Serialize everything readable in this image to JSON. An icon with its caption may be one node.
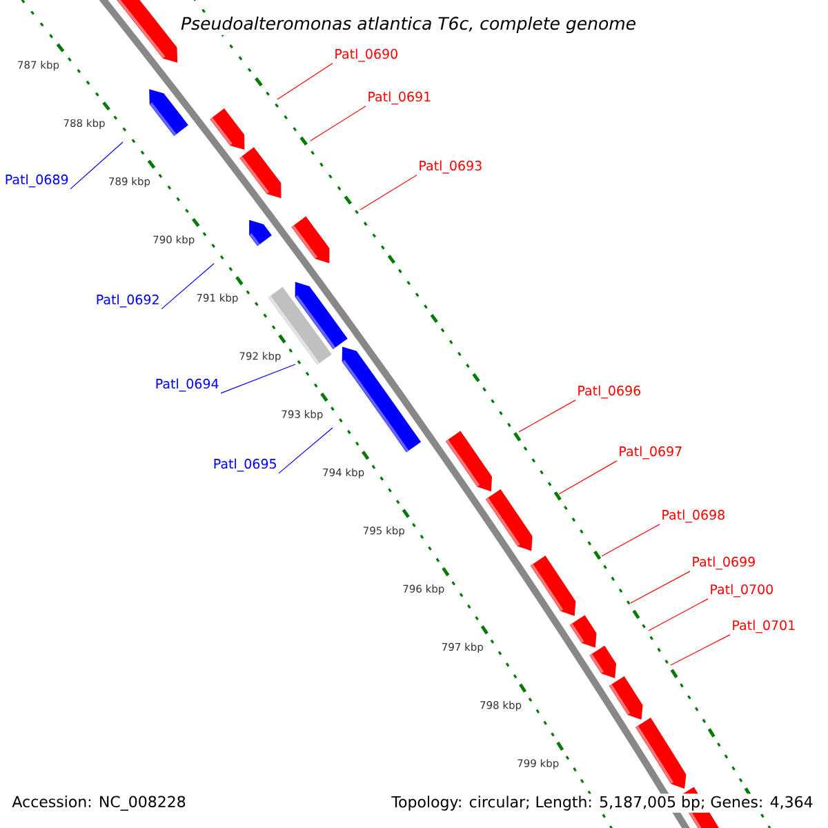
{
  "diagram": {
    "title": "Pseudoalteromonas atlantica T6c, complete genome",
    "nodes": [
      {
        "text": [
          "Patl_0690"
        ]
      },
      {
        "text": [
          "Patl_0691"
        ]
      },
      {
        "text": [
          "Patl_0693"
        ]
      },
      {
        "text": [
          "Patl_0689"
        ]
      },
      {
        "text": [
          "Patl_0692"
        ]
      },
      {
        "text": [
          "Patl_0694"
        ]
      },
      {
        "text": [
          "Patl_0696"
        ]
      },
      {
        "text": [
          "Patl_0697"
        ]
      },
      {
        "text": [
          "Patl_0695"
        ]
      },
      {
        "text": [
          "Patl_0698"
        ]
      },
      {
        "text": [
          "Patl_0699"
        ]
      },
      {
        "text": [
          "Patl_0700"
        ]
      },
      {
        "text": [
          "Patl_0701"
        ]
      }
    ],
    "edges": [
      {
        "from": 0,
        "to": null,
        "arrow": "none"
      },
      {
        "from": 1,
        "to": null,
        "arrow": "none"
      },
      {
        "from": 2,
        "to": null,
        "arrow": "none"
      },
      {
        "from": 3,
        "to": null,
        "arrow": "none",
        "color": "#0000ff"
      },
      {
        "from": 4,
        "to": null,
        "arrow": "none",
        "color": "#0000ff"
      },
      {
        "from": 5,
        "to": null,
        "arrow": "none",
        "color": "#0000ff"
      },
      {
        "from": 6,
        "to": null,
        "arrow": "none"
      },
      {
        "from": 7,
        "to": null,
        "arrow": "none"
      },
      {
        "from": 8,
        "to": null,
        "arrow": "none",
        "color": "#0000ff"
      },
      {
        "from": 9,
        "to": null,
        "arrow": "none"
      },
      {
        "from": 10,
        "to": null,
        "arrow": "none"
      },
      {
        "from": 11,
        "to": null,
        "arrow": "none"
      },
      {
        "from": 12,
        "to": null,
        "arrow": "none"
      }
    ],
    "labels": [
      "787 kbp",
      "788 kbp",
      "789 kbp",
      "790 kbp",
      "791 kbp",
      "792 kbp",
      "793 kbp",
      "794 kbp",
      "795 kbp",
      "796 kbp",
      "797 kbp",
      "798 kbp",
      "799 kbp",
      "Accession: NC_008228",
      "Topology: circular; Length: 5,187,005 bp; Genes: 4,364"
    ]
  }
}
